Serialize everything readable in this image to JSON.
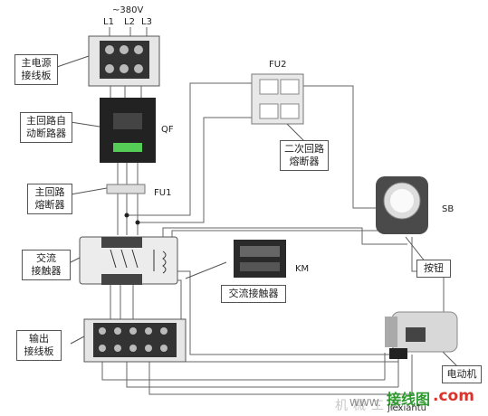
{
  "supply": {
    "voltage": "~380V",
    "phases": [
      "L1",
      "L2",
      "L3"
    ]
  },
  "components": {
    "main_terminal_board": "主电源\n接线板",
    "main_breaker": "主回路自\n动断路器",
    "main_breaker_code": "QF",
    "main_fuse": "主回路\n熔断器",
    "main_fuse_code": "FU1",
    "secondary_fuse_code": "FU2",
    "secondary_fuse": "二次回路\n熔断器",
    "contactor": "交流\n接触器",
    "contactor_photo_label": "交流接触器",
    "contactor_code": "KM",
    "button_code": "SB",
    "button": "按钮",
    "output_terminal_board": "输出\n接线板",
    "motor": "电动机"
  },
  "watermark": {
    "www": "WWW.",
    "site_cn": "接线图",
    "dot_com": ".com",
    "site_pinyin": "jiexiantu",
    "faded_text": "机械工程"
  },
  "colors": {
    "line": "#555555",
    "component": "#333333",
    "watermark_green": "#2e9a2e",
    "watermark_red": "#d8342c"
  }
}
